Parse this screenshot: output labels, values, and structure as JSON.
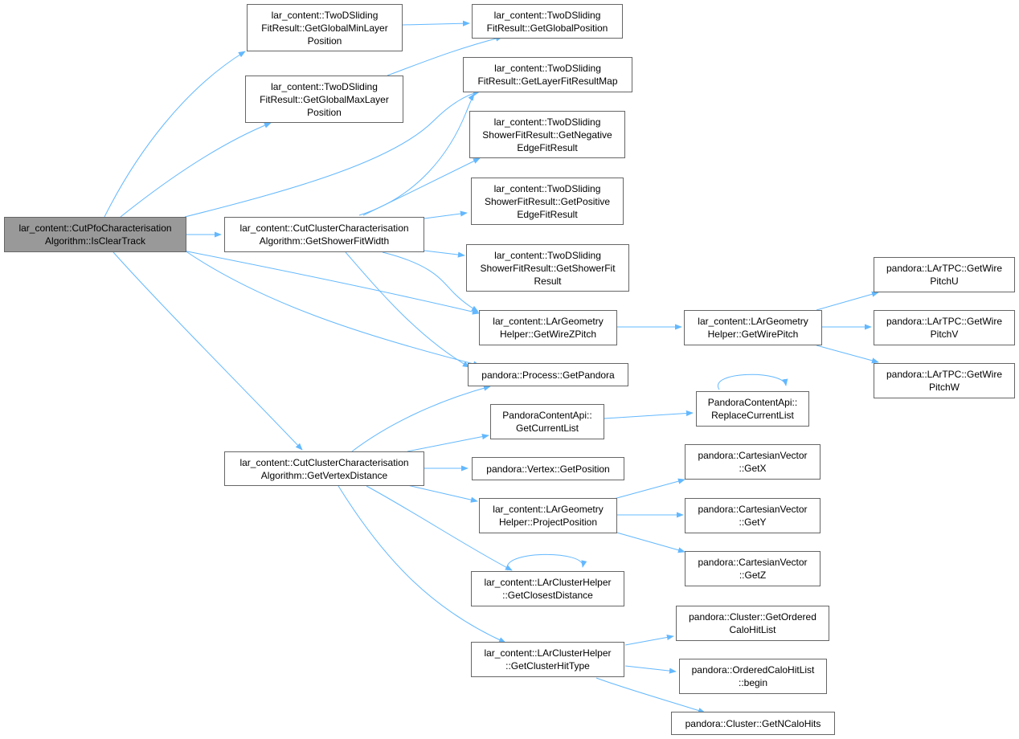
{
  "colors": {
    "edge": "#63b8ff",
    "node_border": "#666666",
    "root_fill": "#999999",
    "node_fill": "#ffffff"
  },
  "nodes": {
    "isClearTrack": [
      "lar_content::CutPfoCharacterisation",
      "Algorithm::IsClearTrack"
    ],
    "getGlobalMinLayerPosition": [
      "lar_content::TwoDSliding",
      "FitResult::GetGlobalMinLayer",
      "Position"
    ],
    "getGlobalMaxLayerPosition": [
      "lar_content::TwoDSliding",
      "FitResult::GetGlobalMaxLayer",
      "Position"
    ],
    "getGlobalPosition": [
      "lar_content::TwoDSliding",
      "FitResult::GetGlobalPosition"
    ],
    "getLayerFitResultMap": [
      "lar_content::TwoDSliding",
      "FitResult::GetLayerFitResultMap"
    ],
    "getNegativeEdgeFitResult": [
      "lar_content::TwoDSliding",
      "ShowerFitResult::GetNegative",
      "EdgeFitResult"
    ],
    "getPositiveEdgeFitResult": [
      "lar_content::TwoDSliding",
      "ShowerFitResult::GetPositive",
      "EdgeFitResult"
    ],
    "getShowerFitResult": [
      "lar_content::TwoDSliding",
      "ShowerFitResult::GetShowerFit",
      "Result"
    ],
    "getShowerFitWidth": [
      "lar_content::CutClusterCharacterisation",
      "Algorithm::GetShowerFitWidth"
    ],
    "getWireZPitch": [
      "lar_content::LArGeometry",
      "Helper::GetWireZPitch"
    ],
    "getWirePitch": [
      "lar_content::LArGeometry",
      "Helper::GetWirePitch"
    ],
    "getWirePitchU": [
      "pandora::LArTPC::GetWire",
      "PitchU"
    ],
    "getWirePitchV": [
      "pandora::LArTPC::GetWire",
      "PitchV"
    ],
    "getWirePitchW": [
      "pandora::LArTPC::GetWire",
      "PitchW"
    ],
    "getPandora": [
      "pandora::Process::GetPandora"
    ],
    "getCurrentList": [
      "PandoraContentApi::",
      "GetCurrentList"
    ],
    "replaceCurrentList": [
      "PandoraContentApi::",
      "ReplaceCurrentList"
    ],
    "getVertexDistance": [
      "lar_content::CutClusterCharacterisation",
      "Algorithm::GetVertexDistance"
    ],
    "vertexGetPosition": [
      "pandora::Vertex::GetPosition"
    ],
    "projectPosition": [
      "lar_content::LArGeometry",
      "Helper::ProjectPosition"
    ],
    "getX": [
      "pandora::CartesianVector",
      "::GetX"
    ],
    "getY": [
      "pandora::CartesianVector",
      "::GetY"
    ],
    "getZ": [
      "pandora::CartesianVector",
      "::GetZ"
    ],
    "getClosestDistance": [
      "lar_content::LArClusterHelper",
      "::GetClosestDistance"
    ],
    "getClusterHitType": [
      "lar_content::LArClusterHelper",
      "::GetClusterHitType"
    ],
    "getOrderedCaloHitList": [
      "pandora::Cluster::GetOrdered",
      "CaloHitList"
    ],
    "orderedCaloHitListBegin": [
      "pandora::OrderedCaloHitList",
      "::begin"
    ],
    "getNCaloHits": [
      "pandora::Cluster::GetNCaloHits"
    ]
  }
}
